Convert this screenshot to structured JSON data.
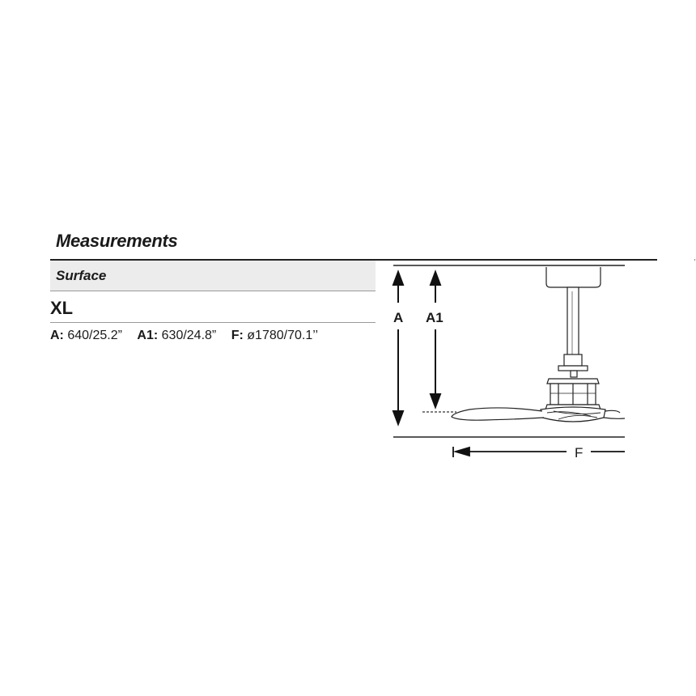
{
  "title": "Measurements",
  "mount_type": "Surface",
  "size": "XL",
  "dimensions": [
    {
      "key": "A:",
      "value": "640/25.2”"
    },
    {
      "key": "A1:",
      "value": "630/24.8”"
    },
    {
      "key": "F:",
      "value": "ø1780/70.1’’"
    }
  ],
  "diagram": {
    "label_a": "A",
    "label_a1": "A1",
    "label_f": "F"
  }
}
